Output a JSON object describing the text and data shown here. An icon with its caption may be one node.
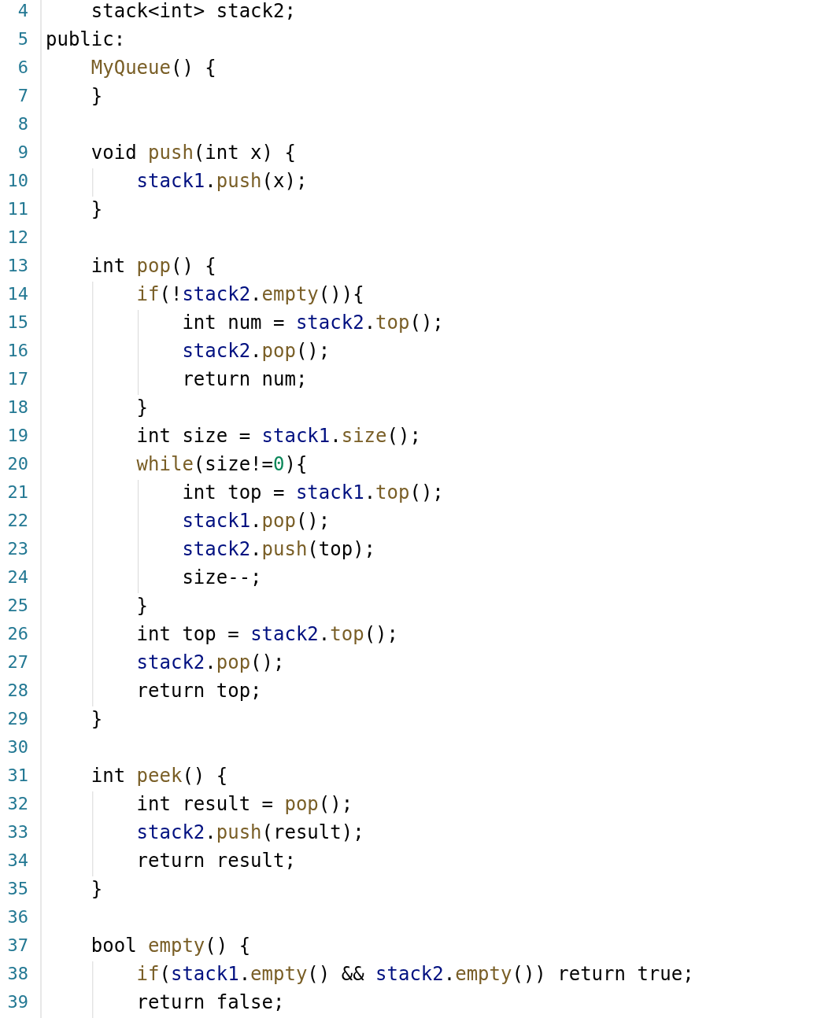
{
  "diagram": {
    "labels": [
      "4",
      "    stack<int> stack2;",
      "5",
      "public:",
      "6",
      "    MyQueue() {",
      "7",
      "    }",
      "8",
      "9",
      "    void push(int x) {",
      "10",
      "        stack1.push(x);",
      "11",
      "    }",
      "12",
      "13",
      "    int pop() {",
      "14",
      "        if(!stack2.empty()){",
      "15",
      "            int num = stack2.top();",
      "16",
      "            stack2.pop();",
      "17",
      "            return num;",
      "18",
      "        }",
      "19",
      "        int size = stack1.size();",
      "20",
      "        while(size!=0){",
      "21",
      "            int top = stack1.top();",
      "22",
      "            stack1.pop();",
      "23",
      "            stack2.push(top);",
      "24",
      "            size--;",
      "25",
      "        }",
      "26",
      "        int top = stack2.top();",
      "27",
      "        stack2.pop();",
      "28",
      "        return top;",
      "29",
      "    }",
      "30",
      "31",
      "    int peek() {",
      "32",
      "        int result = pop();",
      "33",
      "        stack2.push(result);",
      "34",
      "        return result;",
      "35",
      "    }",
      "36",
      "37",
      "    bool empty() {",
      "38",
      "        if(stack1.empty() && stack2.empty()) return true;",
      "39",
      "        return false;"
    ]
  }
}
